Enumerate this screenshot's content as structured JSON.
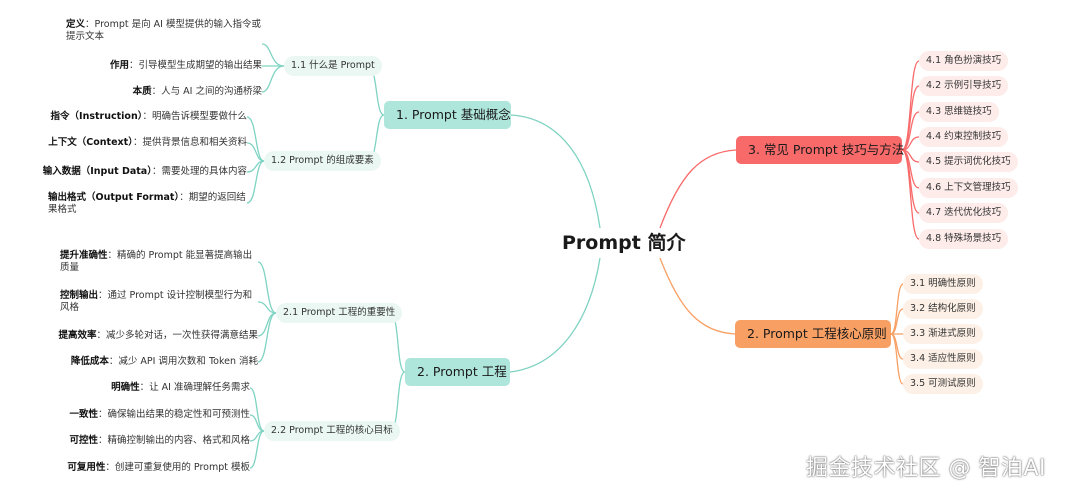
{
  "root": "Prompt 简介",
  "branch1": {
    "title": "1. Prompt 基础概念",
    "sub1": {
      "title": "1.1 什么是 Prompt",
      "leaves": [
        {
          "label": "定义",
          "text": "Prompt 是向 AI 模型提供的输入指令或提示文本"
        },
        {
          "label": "作用",
          "text": "引导模型生成期望的输出结果"
        },
        {
          "label": "本质",
          "text": "人与 AI 之间的沟通桥梁"
        }
      ]
    },
    "sub2": {
      "title": "1.2 Prompt 的组成要素",
      "leaves": [
        {
          "label": "指令（Instruction）",
          "text": "明确告诉模型要做什么"
        },
        {
          "label": "上下文（Context）",
          "text": "提供背景信息和相关资料"
        },
        {
          "label": "输入数据（Input Data）",
          "text": "需要处理的具体内容"
        },
        {
          "label": "输出格式（Output Format）",
          "text": "期望的返回结果格式"
        }
      ]
    }
  },
  "branch2": {
    "title": "2. Prompt 工程",
    "sub1": {
      "title": "2.1 Prompt 工程的重要性",
      "leaves": [
        {
          "label": "提升准确性",
          "text": "精确的 Prompt 能显著提高输出质量"
        },
        {
          "label": "控制输出",
          "text": "通过 Prompt 设计控制模型行为和风格"
        },
        {
          "label": "提高效率",
          "text": "减少多轮对话，一次性获得满意结果"
        },
        {
          "label": "降低成本",
          "text": "减少 API 调用次数和 Token 消耗"
        }
      ]
    },
    "sub2": {
      "title": "2.2 Prompt 工程的核心目标",
      "leaves": [
        {
          "label": "明确性",
          "text": "让 AI 准确理解任务需求"
        },
        {
          "label": "一致性",
          "text": "确保输出结果的稳定性和可预测性"
        },
        {
          "label": "可控性",
          "text": "精确控制输出的内容、格式和风格"
        },
        {
          "label": "可复用性",
          "text": "创建可重复使用的 Prompt 模板"
        }
      ]
    }
  },
  "branch3": {
    "title": "3. 常见 Prompt 技巧与方法",
    "items": [
      "4.1 角色扮演技巧",
      "4.2 示例引导技巧",
      "4.3 思维链技巧",
      "4.4 约束控制技巧",
      "4.5 提示词优化技巧",
      "4.6 上下文管理技巧",
      "4.7 迭代优化技巧",
      "4.8 特殊场景技巧"
    ]
  },
  "branch4": {
    "title": "2. Prompt 工程核心原则",
    "items": [
      "3.1 明确性原则",
      "3.2 结构化原则",
      "3.3 渐进式原则",
      "3.4 适应性原则",
      "3.5 可测试原则"
    ]
  },
  "watermark": "掘金技术社区 @ 智泊AI",
  "colors": {
    "teal": "#aee6dc",
    "teal_line": "#7fd3c2",
    "red": "#f86a6a",
    "orange": "#f8a064"
  }
}
